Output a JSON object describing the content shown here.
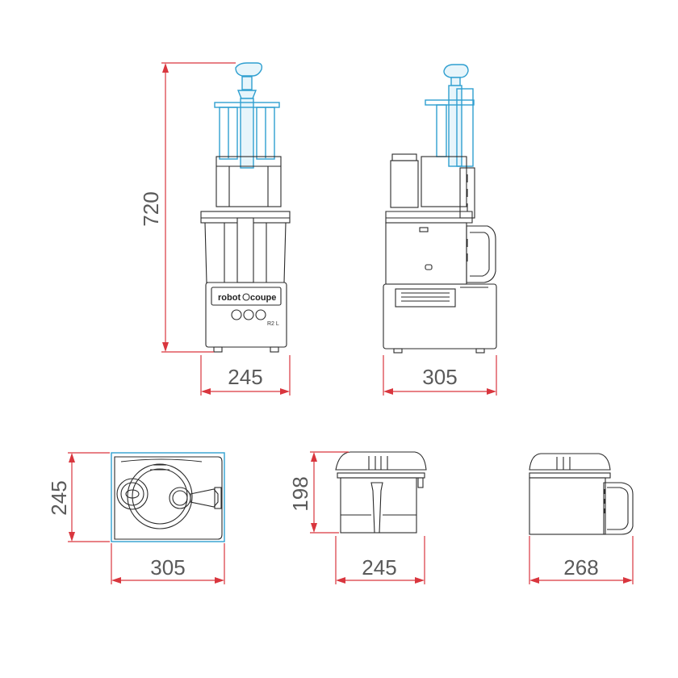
{
  "dimensions": {
    "front_height": "720",
    "front_width": "245",
    "side_width": "305",
    "top_width": "305",
    "top_depth": "245",
    "base_height": "198",
    "base_front_width": "245",
    "base_side_width": "268"
  },
  "brand": {
    "logo_text": "robot",
    "logo_text2": "coupe",
    "model_text": "R2 L"
  },
  "colors": {
    "dimension_line": "#d9363e",
    "highlight": "#2f9fd0",
    "outline": "#2a2a2a",
    "dimension_text": "#5a5a5a"
  }
}
